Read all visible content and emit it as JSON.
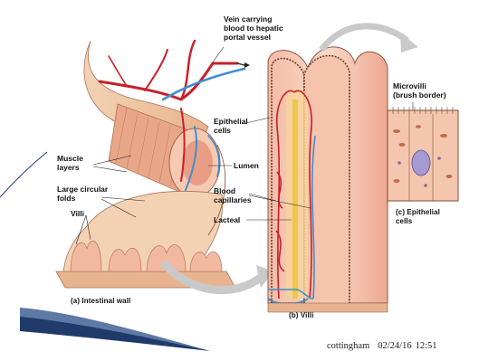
{
  "slide": {
    "colors": {
      "background": "#ffffff",
      "accent_blue": "#1f3a6b",
      "tissue_pink": "#f0b9a0",
      "artery_red": "#c8202a",
      "vein_blue": "#3f8fd0",
      "lacteal_yellow": "#f2c64b"
    }
  },
  "diagram": {
    "labels": {
      "vein": "Vein carrying blood to hepatic portal vessel",
      "muscle_layers": "Muscle layers",
      "circular_folds": "Large circular folds",
      "villi": "Villi",
      "lumen": "Lumen",
      "epithelial_cells": "Epithelial cells",
      "blood_capillaries": "Blood capillaries",
      "lacteal": "Lacteal",
      "microvilli": "Microvilli (brush border)"
    },
    "captions": {
      "a": "(a) Intestinal wall",
      "b": "(b) Villi",
      "c": "(c) Epithelial cells"
    }
  },
  "footer": {
    "author": "cottingham",
    "date": "02/24/16",
    "time": "12:51"
  }
}
